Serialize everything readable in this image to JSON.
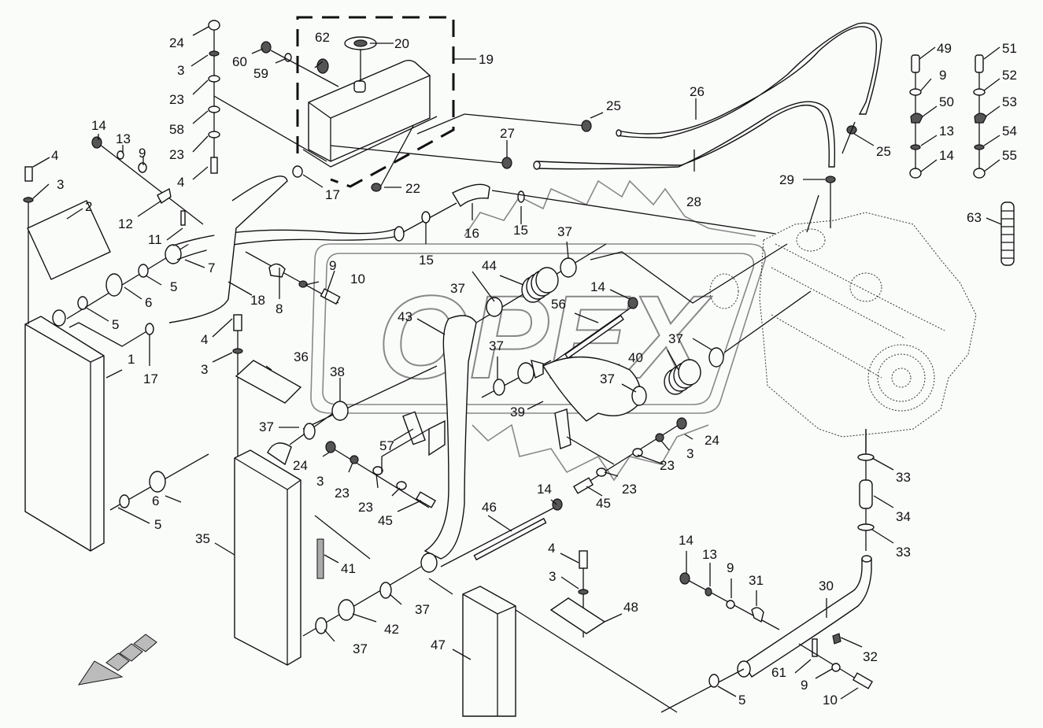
{
  "diagram": {
    "title": "Cooling system / charge air exploded parts view",
    "watermark": "OPEX",
    "callouts": [
      {
        "id": "c1",
        "text": "1"
      },
      {
        "id": "c2",
        "text": "2"
      },
      {
        "id": "c3a",
        "text": "3"
      },
      {
        "id": "c3b",
        "text": "3"
      },
      {
        "id": "c3c",
        "text": "3"
      },
      {
        "id": "c3d",
        "text": "3"
      },
      {
        "id": "c3e",
        "text": "3"
      },
      {
        "id": "c3f",
        "text": "3"
      },
      {
        "id": "c4a",
        "text": "4"
      },
      {
        "id": "c4b",
        "text": "4"
      },
      {
        "id": "c4c",
        "text": "4"
      },
      {
        "id": "c4d",
        "text": "4"
      },
      {
        "id": "c5a",
        "text": "5"
      },
      {
        "id": "c5b",
        "text": "5"
      },
      {
        "id": "c5c",
        "text": "5"
      },
      {
        "id": "c5d",
        "text": "5"
      },
      {
        "id": "c6a",
        "text": "6"
      },
      {
        "id": "c6b",
        "text": "6"
      },
      {
        "id": "c7",
        "text": "7"
      },
      {
        "id": "c8",
        "text": "8"
      },
      {
        "id": "c9a",
        "text": "9"
      },
      {
        "id": "c9b",
        "text": "9"
      },
      {
        "id": "c9c",
        "text": "9"
      },
      {
        "id": "c9d",
        "text": "9"
      },
      {
        "id": "c9e",
        "text": "9"
      },
      {
        "id": "c10a",
        "text": "10"
      },
      {
        "id": "c10b",
        "text": "10"
      },
      {
        "id": "c11",
        "text": "11"
      },
      {
        "id": "c12",
        "text": "12"
      },
      {
        "id": "c13a",
        "text": "13"
      },
      {
        "id": "c13b",
        "text": "13"
      },
      {
        "id": "c13c",
        "text": "13"
      },
      {
        "id": "c14a",
        "text": "14"
      },
      {
        "id": "c14b",
        "text": "14"
      },
      {
        "id": "c14c",
        "text": "14"
      },
      {
        "id": "c14d",
        "text": "14"
      },
      {
        "id": "c14e",
        "text": "14"
      },
      {
        "id": "c15a",
        "text": "15"
      },
      {
        "id": "c15b",
        "text": "15"
      },
      {
        "id": "c16",
        "text": "16"
      },
      {
        "id": "c17a",
        "text": "17"
      },
      {
        "id": "c17b",
        "text": "17"
      },
      {
        "id": "c18",
        "text": "18"
      },
      {
        "id": "c19",
        "text": "19"
      },
      {
        "id": "c20",
        "text": "20"
      },
      {
        "id": "c22",
        "text": "22"
      },
      {
        "id": "c23a",
        "text": "23"
      },
      {
        "id": "c23b",
        "text": "23"
      },
      {
        "id": "c23c",
        "text": "23"
      },
      {
        "id": "c23d",
        "text": "23"
      },
      {
        "id": "c23e",
        "text": "23"
      },
      {
        "id": "c23f",
        "text": "23"
      },
      {
        "id": "c24a",
        "text": "24"
      },
      {
        "id": "c24b",
        "text": "24"
      },
      {
        "id": "c24c",
        "text": "24"
      },
      {
        "id": "c25a",
        "text": "25"
      },
      {
        "id": "c25b",
        "text": "25"
      },
      {
        "id": "c26",
        "text": "26"
      },
      {
        "id": "c27",
        "text": "27"
      },
      {
        "id": "c28",
        "text": "28"
      },
      {
        "id": "c29",
        "text": "29"
      },
      {
        "id": "c30",
        "text": "30"
      },
      {
        "id": "c31",
        "text": "31"
      },
      {
        "id": "c32",
        "text": "32"
      },
      {
        "id": "c33a",
        "text": "33"
      },
      {
        "id": "c33b",
        "text": "33"
      },
      {
        "id": "c34",
        "text": "34"
      },
      {
        "id": "c35",
        "text": "35"
      },
      {
        "id": "c36",
        "text": "36"
      },
      {
        "id": "c37a",
        "text": "37"
      },
      {
        "id": "c37b",
        "text": "37"
      },
      {
        "id": "c37c",
        "text": "37"
      },
      {
        "id": "c37d",
        "text": "37"
      },
      {
        "id": "c37e",
        "text": "37"
      },
      {
        "id": "c37f",
        "text": "37"
      },
      {
        "id": "c37g",
        "text": "37"
      },
      {
        "id": "c37h",
        "text": "37"
      },
      {
        "id": "c38",
        "text": "38"
      },
      {
        "id": "c39",
        "text": "39"
      },
      {
        "id": "c40",
        "text": "40"
      },
      {
        "id": "c41",
        "text": "41"
      },
      {
        "id": "c42",
        "text": "42"
      },
      {
        "id": "c43",
        "text": "43"
      },
      {
        "id": "c44",
        "text": "44"
      },
      {
        "id": "c45a",
        "text": "45"
      },
      {
        "id": "c45b",
        "text": "45"
      },
      {
        "id": "c46",
        "text": "46"
      },
      {
        "id": "c47",
        "text": "47"
      },
      {
        "id": "c48",
        "text": "48"
      },
      {
        "id": "c49",
        "text": "49"
      },
      {
        "id": "c50",
        "text": "50"
      },
      {
        "id": "c51",
        "text": "51"
      },
      {
        "id": "c52",
        "text": "52"
      },
      {
        "id": "c53",
        "text": "53"
      },
      {
        "id": "c54",
        "text": "54"
      },
      {
        "id": "c55",
        "text": "55"
      },
      {
        "id": "c56",
        "text": "56"
      },
      {
        "id": "c57",
        "text": "57"
      },
      {
        "id": "c58",
        "text": "58"
      },
      {
        "id": "c59",
        "text": "59"
      },
      {
        "id": "c60",
        "text": "60"
      },
      {
        "id": "c61",
        "text": "61"
      },
      {
        "id": "c62",
        "text": "62"
      },
      {
        "id": "c63",
        "text": "63"
      }
    ],
    "direction_arrow": "forward-direction-arrow"
  }
}
